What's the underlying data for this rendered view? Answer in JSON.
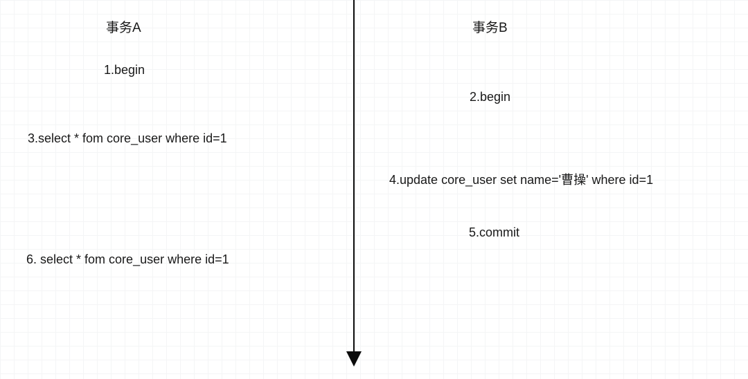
{
  "diagram": {
    "type": "sequence-timeline",
    "title_left": "事务A",
    "title_right": "事务B",
    "timeline": {
      "name": "time-axis",
      "direction": "downward",
      "color": "#0b0b0b"
    },
    "transaction_a": {
      "label": "事务A",
      "steps": [
        {
          "id": "a1",
          "text": "1.begin"
        },
        {
          "id": "a3",
          "text": "3.select * fom core_user where id=1"
        },
        {
          "id": "a6",
          "text": "6. select * fom core_user where id=1"
        }
      ]
    },
    "transaction_b": {
      "label": "事务B",
      "steps": [
        {
          "id": "b2",
          "text": "2.begin"
        },
        {
          "id": "b4",
          "text": "4.update core_user set name='曹操' where id=1"
        },
        {
          "id": "b5",
          "text": "5.commit"
        }
      ]
    }
  }
}
